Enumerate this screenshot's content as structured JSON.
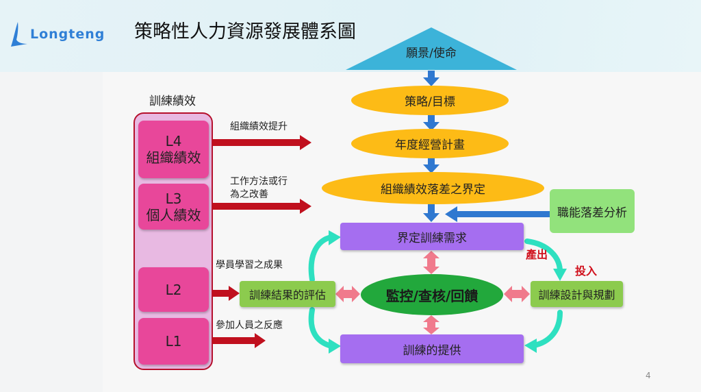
{
  "header": {
    "logo_text": "Longteng",
    "title": "策略性人力資源發展體系圖"
  },
  "flow": {
    "vision": "願景/使命",
    "strategy": "策略/目標",
    "annual_plan": "年度經營計畫",
    "gap_definition": "組織績效落差之界定",
    "competency_gap": "職能落差分析",
    "training_needs": "界定訓練需求",
    "monitor": "監控/查核/回饋",
    "evaluation": "訓練結果的評估",
    "design": "訓練設計與規劃",
    "delivery": "訓練的提供",
    "output_label": "產出",
    "input_label": "投入"
  },
  "levels": {
    "heading": "訓練績效",
    "items": [
      {
        "level": "L4",
        "name": "組織績效",
        "arrow_label": "組織績效提升"
      },
      {
        "level": "L3",
        "name": "個人績效",
        "arrow_label_line1": "工作方法或行",
        "arrow_label_line2": "為之改善"
      },
      {
        "level": "L2",
        "arrow_label": "學員學習之成果"
      },
      {
        "level": "L1",
        "arrow_label": "參加人員之反應"
      }
    ]
  },
  "page_number": "4",
  "colors": {
    "orange": "#fdbb16",
    "purple": "#a56ef0",
    "green": "#8ccb4e",
    "dark_green": "#22a83c",
    "pink": "#e8479a",
    "red_arrow": "#c0101e",
    "blue_arrow": "#2f78d0",
    "cyan": "#2ee0c0",
    "triangle": "#3cb3d9"
  }
}
